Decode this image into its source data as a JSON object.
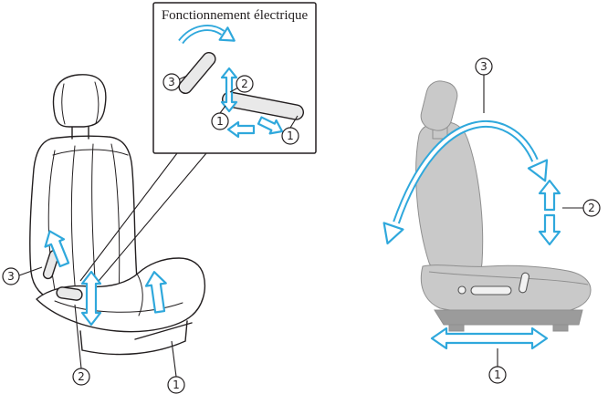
{
  "title": "Fonctionnement électrique",
  "labels": {
    "one": "1",
    "two": "2",
    "three": "3"
  },
  "colors": {
    "arrow": "#2fa8dc",
    "line": "#231f20",
    "seat_fill": "#c9c9c9",
    "seat_edge": "#8f8f8f",
    "seat_shade": "#9b9b9b"
  }
}
